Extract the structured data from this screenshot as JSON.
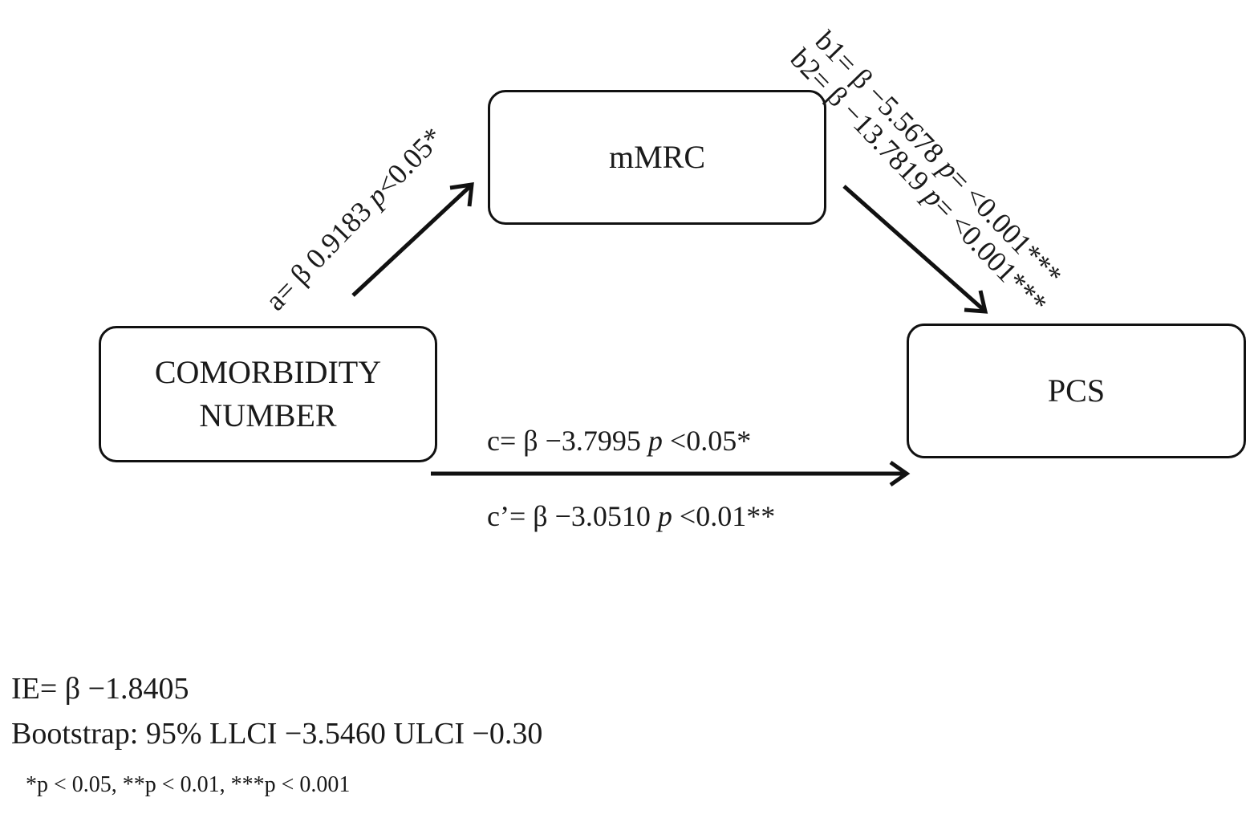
{
  "nodes": {
    "mediator": "mMRC",
    "predictor_line1": "COMORBIDITY",
    "predictor_line2": "NUMBER",
    "outcome": "PCS"
  },
  "paths": {
    "a": {
      "prefix": "a= β 0.9183 ",
      "p": "p",
      "suffix": "<0.05*"
    },
    "b1": {
      "prefix": "b1= β −5.5678 ",
      "p": "p",
      "suffix": "= <0.001***"
    },
    "b2": {
      "prefix": "b2= β −13.7819 ",
      "p": "p",
      "suffix": "= <0.001***"
    },
    "c": {
      "prefix": "c=  β −3.7995 ",
      "p": "p",
      "suffix": " <0.05*"
    },
    "c_prime": {
      "prefix": "c’= β −3.0510 ",
      "p": "p",
      "suffix": " <0.01**"
    }
  },
  "footer": {
    "ie": "IE= β −1.8405",
    "bootstrap": "Bootstrap: 95% LLCI  −3.5460 ULCI  −0.30",
    "significance": "*p < 0.05, **p < 0.01, ***p < 0.001"
  }
}
